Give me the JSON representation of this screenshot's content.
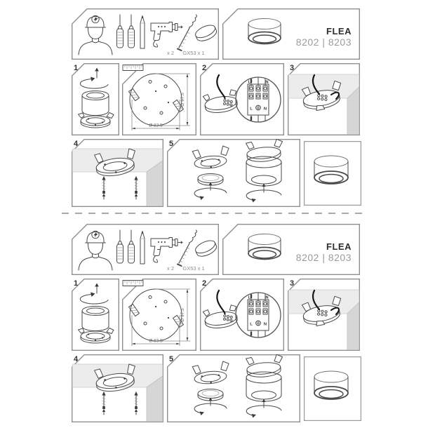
{
  "page": {
    "background": "#ffffff",
    "line_color": "#4a4a4a",
    "panel_border_color": "#8f8f8f",
    "ceiling_fill": "#ececec",
    "wall_fill": "#d6d6d6",
    "note": "installation instruction sheet printed twice, separated by dashed cut line"
  },
  "sheet": {
    "header": {
      "tools": {
        "icons": [
          "installer-icon",
          "screwdriver-icon",
          "screwdriver-icon",
          "pencil-icon",
          "drill-icon",
          "screw-anchor-icon",
          "gx53-lamp-icon"
        ],
        "screws_label": "x 2",
        "lamp_label": "GX53 x 1"
      },
      "brand": {
        "name": "FLEA",
        "models": "8202 | 8203"
      }
    },
    "steps": {
      "step1": {
        "number": "1"
      },
      "dims": {
        "outer_diameter": "Ø 97.5",
        "inner_diameter": "Ø 83.5",
        "icon": "ruler-icon"
      },
      "step2": {
        "number": "2",
        "terminals": {
          "live": "L",
          "neutral": "N",
          "ground_icon": "earth-ground"
        }
      },
      "step3": {
        "number": "3"
      },
      "step4": {
        "number": "4"
      },
      "step5": {
        "number": "5"
      }
    }
  }
}
